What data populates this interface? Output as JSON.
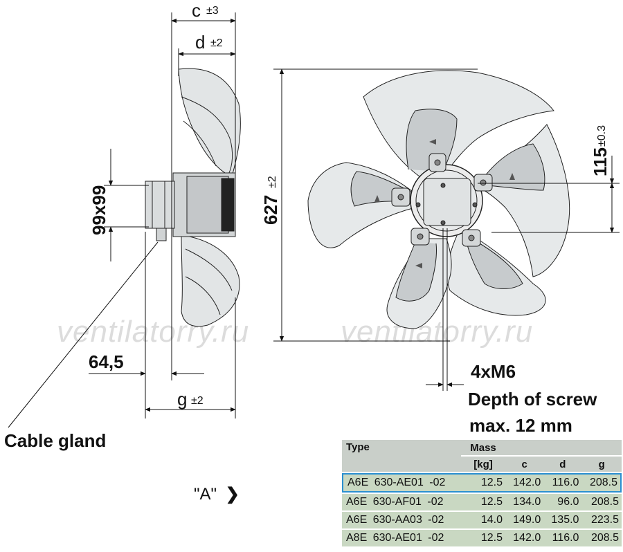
{
  "dimensions": {
    "c": "c",
    "c_tol": "±3",
    "d": "d",
    "d_tol": "±2",
    "square": "99x99",
    "dia": "627",
    "dia_tol": "±2",
    "offset": "115",
    "offset_tol": "±0.3",
    "edge": "64,5",
    "g": "g",
    "g_tol": "±2"
  },
  "labels": {
    "cable_gland": "Cable gland",
    "view_a": "\"A\"",
    "screw": "4xM6",
    "screw_depth_1": "Depth of screw",
    "screw_depth_2": "max. 12 mm"
  },
  "watermark": {
    "left": "ventilatorry.ru",
    "right": "ventilatorry.ru"
  },
  "table": {
    "header": {
      "type": "Type",
      "mass": "Mass",
      "mass_unit": "[kg]",
      "c": "c",
      "d": "d",
      "g": "g"
    },
    "rows": [
      {
        "type": "A6E 630-AE01 -02",
        "mass": "12.5",
        "c": "142.0",
        "d": "116.0",
        "g": "208.5"
      },
      {
        "type": "A6E 630-AF01 -02",
        "mass": "12.5",
        "c": "134.0",
        "d": "96.0",
        "g": "208.5"
      },
      {
        "type": "A6E 630-AA03 -02",
        "mass": "14.0",
        "c": "149.0",
        "d": "135.0",
        "g": "223.5"
      },
      {
        "type": "A8E 630-AE01 -02",
        "mass": "12.5",
        "c": "142.0",
        "d": "116.0",
        "g": "208.5"
      }
    ]
  },
  "colors": {
    "blade": "#e6e9ea",
    "blade_dark": "#b8bcbe",
    "selected_row_border": "#2a8fd0",
    "table_row": "#c9d8c2"
  }
}
